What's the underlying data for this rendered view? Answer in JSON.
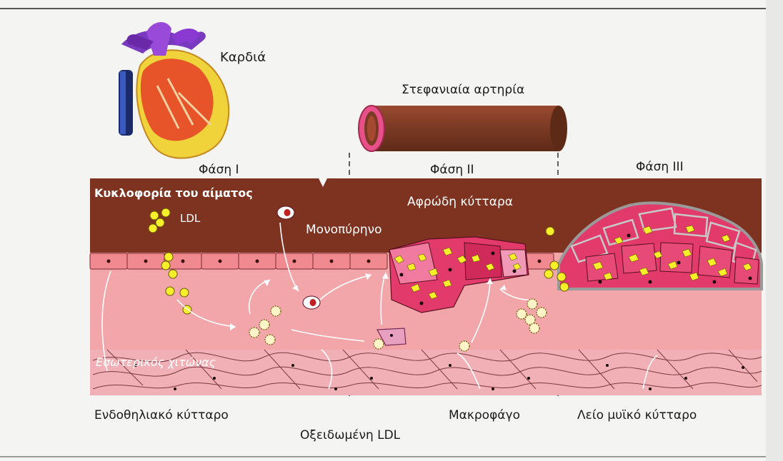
{
  "labels": {
    "heart": "Καρδιά",
    "coronary_artery": "Στεφανιαία αρτηρία",
    "phase1": "Φάση Ι",
    "phase2": "Φάση ΙΙ",
    "phase3": "Φάση ΙΙΙ",
    "blood_flow": "Κυκλοφορία του αίματος",
    "ldl": "LDL",
    "monocyte": "Μονοπύρηνο",
    "foam_cells": "Αφρώδη κύτταρα",
    "intima": "Εσωτερικός χιτώνας",
    "endothelial_cell": "Ενδοθηλιακό κύτταρο",
    "oxidized_ldl": "Οξειδωμένη LDL",
    "macrophage": "Μακροφάγο",
    "smooth_muscle_cell": "Λείο μυϊκό κύτταρο"
  },
  "colors": {
    "background": "#f4f4f2",
    "blood": "#7e3320",
    "tissue": "#f3a6aa",
    "endothelium": "#f08a90",
    "ldl": "#f6ef2a",
    "foam_cell": "#e23a6a",
    "artery": "#7a3a24",
    "artery_ring": "#e8508a"
  }
}
